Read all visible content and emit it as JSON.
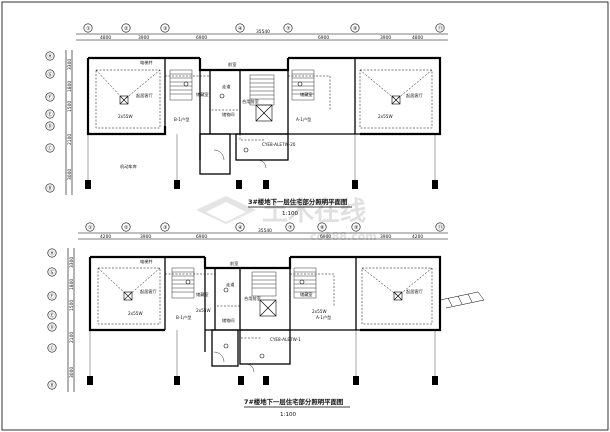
{
  "watermark": {
    "text": "土木在线",
    "sub": "co188.com"
  },
  "plans": [
    {
      "id": "plan-upper",
      "title": "3#楼地下一层住宅部分照明平面图",
      "scale": "1:100",
      "total_dim": "35540",
      "top_axes": [
        "①",
        "②",
        "③",
        "④",
        "⑦",
        "⑨",
        "⑪"
      ],
      "dims": [
        "4800",
        "3900",
        "6900",
        "6900",
        "3900",
        "4800"
      ],
      "left_axes": [
        "Ⓗ",
        "Ⓖ",
        "Ⓕ",
        "Ⓔ",
        "Ⓓ",
        "Ⓒ",
        "Ⓑ"
      ],
      "left_dims": [
        "3300",
        "1800",
        "1500",
        "2100",
        "3000"
      ],
      "rooms": {
        "living_left": "起居客厅",
        "living_right": "起居客厅",
        "lamp_left": "2x55W",
        "lamp_right": "2x55W",
        "unit_b": "B-1户型",
        "unit_a": "A-1户型",
        "shaft": "电梯井",
        "elevator_hall": "合用前室",
        "storage": "储物间",
        "corridor": "走道",
        "room_small": "前室",
        "room_a": "储藏室",
        "room_b": "储藏室",
        "parking": "机动车库",
        "cable": "CYE8-ALE7W-20"
      }
    },
    {
      "id": "plan-lower",
      "title": "7#楼地下一层住宅部分照明平面图",
      "scale": "1:100",
      "total_dim": "35540",
      "top_axes": [
        "①",
        "②",
        "③",
        "④",
        "⑦",
        "⑧",
        "⑨",
        "⑪"
      ],
      "dims": [
        "4200",
        "3900",
        "6900",
        "6900",
        "3900",
        "4200"
      ],
      "left_axes": [
        "Ⓗ",
        "Ⓖ",
        "Ⓕ",
        "Ⓔ",
        "Ⓓ",
        "Ⓒ",
        "Ⓑ"
      ],
      "left_dims": [
        "3300",
        "1800",
        "1500",
        "2100",
        "3000"
      ],
      "rooms": {
        "living_left": "起居客厅",
        "living_right": "起居客厅",
        "lamp_left": "2x55W",
        "lamp_right": "2x55W",
        "lamp_small": "2x55W",
        "unit_b": "B-1户型",
        "unit_a": "A-1户型",
        "shaft": "电梯井",
        "elevator_hall": "合用前室",
        "storage": "储物间",
        "corridor": "走道",
        "room_small": "前室",
        "room_a": "储藏室",
        "room_b": "储藏室",
        "cable": "CYE8-ALE7W-1"
      }
    }
  ]
}
